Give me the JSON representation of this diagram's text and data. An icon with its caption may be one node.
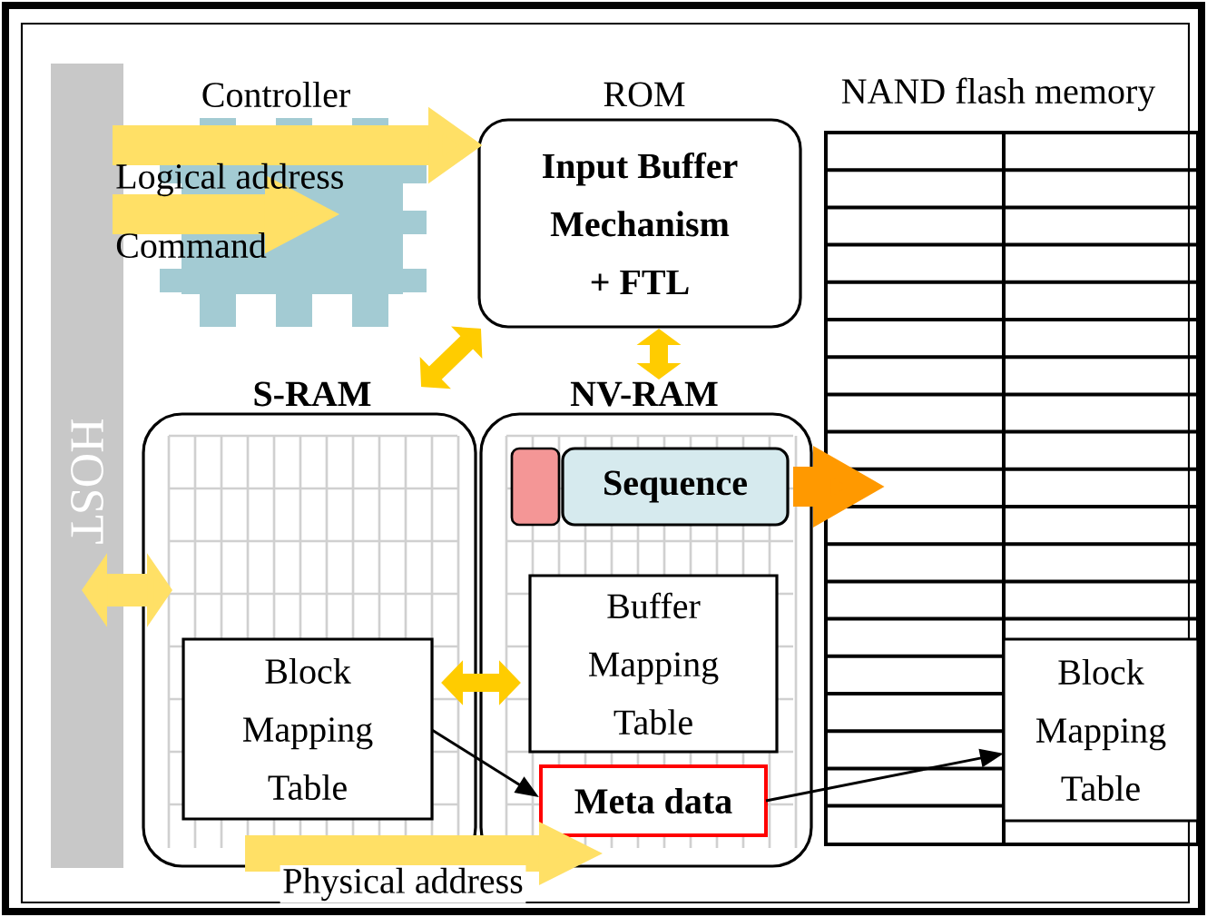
{
  "diagram": {
    "nodes": [
      {
        "text": [
          "HOST"
        ]
      },
      {
        "text": [
          "Controller"
        ]
      },
      {
        "text": [
          "ROM",
          "Input Buffer Mechanism + FTL"
        ]
      },
      {
        "text": [
          "NAND flash memory"
        ]
      },
      {
        "text": [
          "S-RAM"
        ]
      },
      {
        "text": [
          "Block Mapping Table"
        ],
        "in": 4
      },
      {
        "text": [
          "NV-RAM"
        ]
      },
      {
        "text": [],
        "shape": "box",
        "in": 6
      },
      {
        "text": [
          "Sequence"
        ],
        "in": 6
      },
      {
        "text": [
          "Buffer Mapping Table"
        ],
        "in": 6
      },
      {
        "text": [
          "Meta data"
        ],
        "in": 6
      },
      {
        "text": [
          "Block Mapping Table"
        ],
        "in": 3
      }
    ],
    "edges": [
      {
        "from": 0,
        "to": 2,
        "arrow": "to",
        "label": "Logical address",
        "style": "thick",
        "color": "#ffe066"
      },
      {
        "from": 0,
        "to": 1,
        "arrow": "to",
        "label": "Command",
        "style": "thick",
        "color": "#ffe066"
      },
      {
        "from": 0,
        "to": 4,
        "arrow": "both",
        "style": "thick",
        "color": "#ffe066"
      },
      {
        "from": 4,
        "to": 2,
        "arrow": "both",
        "color": "#ffcc00"
      },
      {
        "from": 6,
        "to": 2,
        "arrow": "both",
        "color": "#ffcc00"
      },
      {
        "from": 5,
        "to": 9,
        "arrow": "both",
        "color": "#ffcc00"
      },
      {
        "from": 8,
        "to": 3,
        "arrow": "to",
        "style": "thick",
        "color": "#ff9900"
      },
      {
        "from": 5,
        "to": 10,
        "arrow": "to",
        "color": "#000000"
      },
      {
        "from": 10,
        "to": 11,
        "arrow": "to",
        "color": "#000000"
      },
      {
        "from": 4,
        "to": 6,
        "arrow": "to",
        "label": "Physical address",
        "style": "thick",
        "color": "#ffe066"
      }
    ]
  }
}
